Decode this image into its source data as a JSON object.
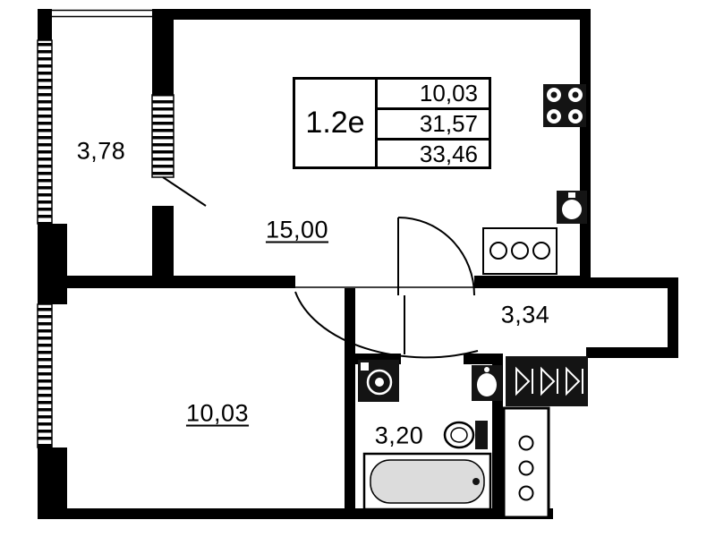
{
  "info_box": {
    "type_label": "1.2e",
    "rows": [
      "10,03",
      "31,57",
      "33,46"
    ]
  },
  "rooms": {
    "balcony": {
      "area": "3,78"
    },
    "living": {
      "area": "15,00"
    },
    "bedroom": {
      "area": "10,03"
    },
    "hall": {
      "area": "3,34"
    },
    "bathroom": {
      "area": "3,20"
    }
  },
  "colors": {
    "wall": "#000000",
    "fixture_dark": "#141414",
    "tub_inner": "#dcdcdc",
    "background": "#ffffff"
  }
}
